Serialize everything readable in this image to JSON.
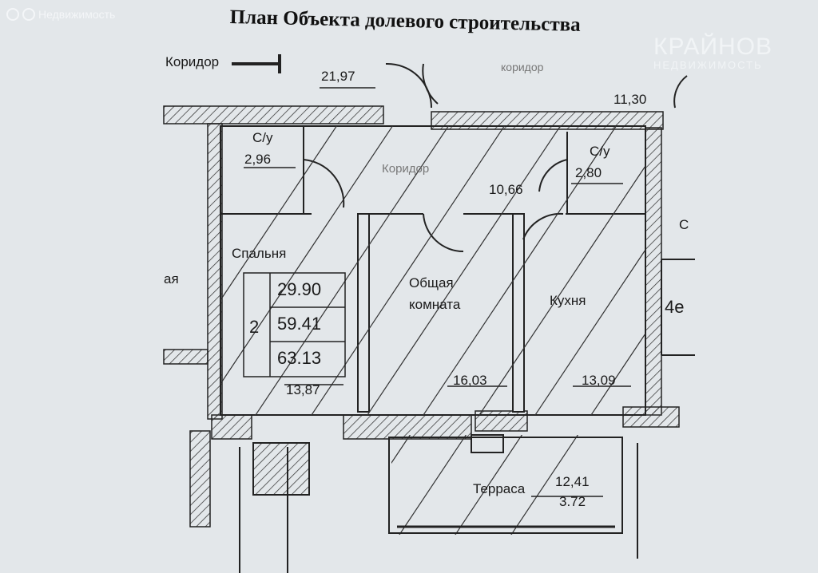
{
  "title": "План Объекта долевого строительства",
  "watermarks": {
    "yandex": "Недвижимость",
    "brand": "КРАЙНОВ",
    "brand_sub": "НЕДВИЖИМОСТЬ"
  },
  "plan": {
    "corridor_top_left": "Коридор",
    "corridor_area_top": "21,97",
    "corridor_top_right": "коридор",
    "area_top_right": "11,30",
    "bath1_label": "С/у",
    "bath1_area": "2,96",
    "corridor_inner": "Коридор",
    "corridor_inner_area": "10,66",
    "bath2_label": "С/у",
    "bath2_area": "2,80",
    "bedroom_label": "Спальня",
    "bedroom_area": "13,87",
    "summary": {
      "rooms": "2",
      "living_area": "29.90",
      "total_area": "59.41",
      "total_with_terrace": "63.13"
    },
    "living_room_label_1": "Общая",
    "living_room_label_2": "комната",
    "living_room_area": "16,03",
    "kitchen_label": "Кухня",
    "kitchen_area": "13,09",
    "terrace_label": "Терраса",
    "terrace_area": "12,41",
    "terrace_reduced_area": "3.72",
    "left_fragment": "ая",
    "right_fragment_1": "С",
    "right_fragment_2": "4е"
  }
}
